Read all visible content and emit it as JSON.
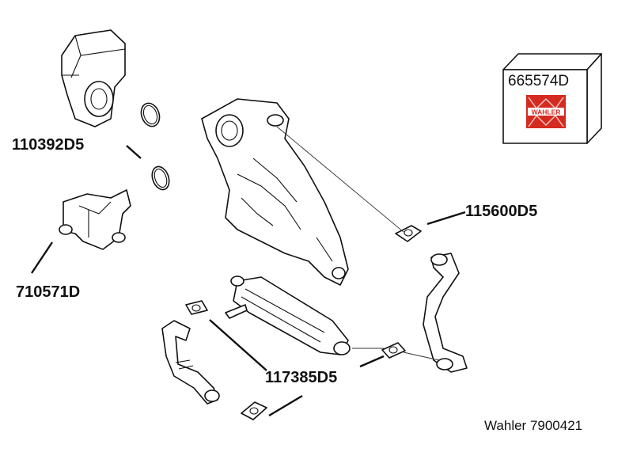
{
  "parts": [
    {
      "number": "110392D5"
    },
    {
      "number": "710571D"
    },
    {
      "number": "115600D5"
    },
    {
      "number": "117385D5"
    }
  ],
  "kit_box": {
    "number": "665574D",
    "logo_text": "WAHLER",
    "logo_color": "#d42a20"
  },
  "footer": {
    "reference": "Wahler 7900421"
  }
}
